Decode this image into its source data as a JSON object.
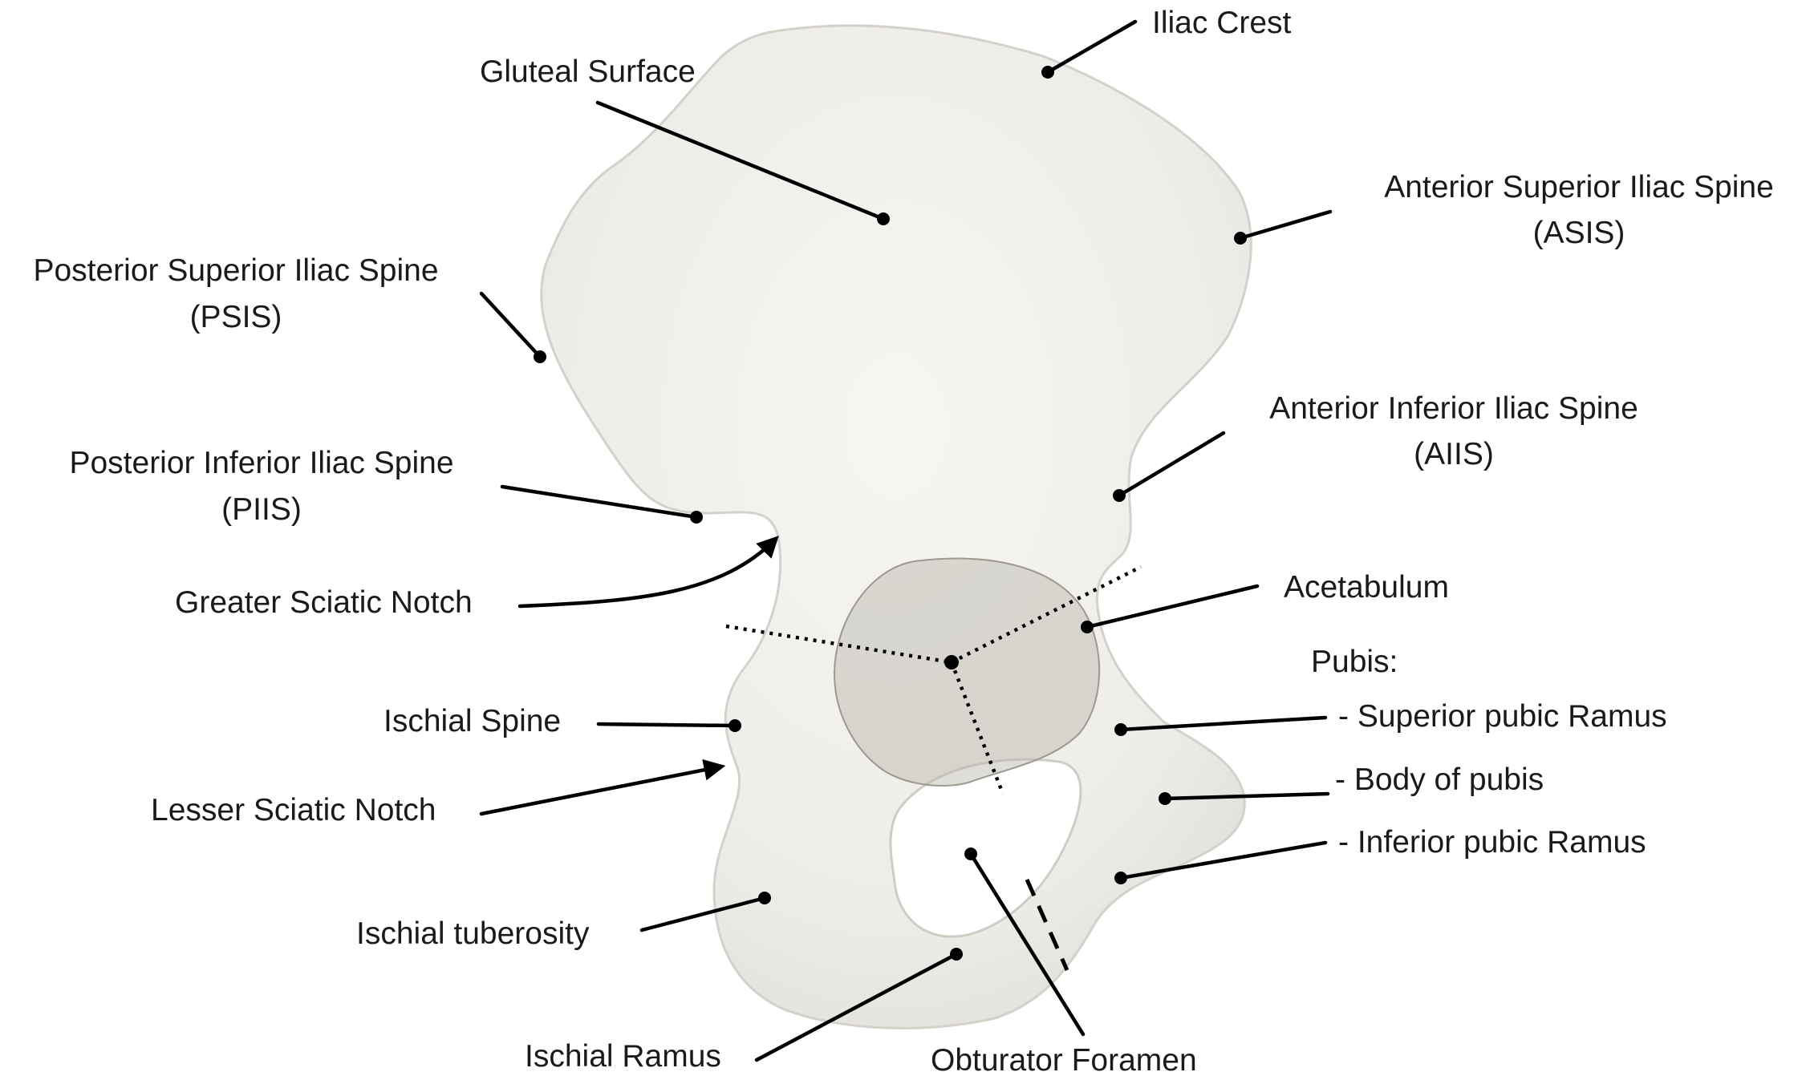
{
  "figure": {
    "colors": {
      "background": "#ffffff",
      "bone": "#f1f0ed",
      "bone_shadow": "#d9d7d2",
      "acetabulum": "#b8b4ab",
      "leader": "#000000",
      "text": "#1a1a1a"
    }
  },
  "labels": {
    "iliac_crest": "Iliac Crest",
    "gluteal_surface": "Gluteal Surface",
    "asis_line1": "Anterior Superior Iliac Spine",
    "asis_line2": "(ASIS)",
    "psis_line1": "Posterior Superior Iliac Spine",
    "psis_line2": "(PSIS)",
    "aiis_line1": "Anterior Inferior Iliac Spine",
    "aiis_line2": "(AIIS)",
    "piis_line1": "Posterior Inferior Iliac Spine",
    "piis_line2": "(PIIS)",
    "greater_sciatic_notch": "Greater Sciatic Notch",
    "acetabulum": "Acetabulum",
    "pubis_header": "Pubis:",
    "superior_pubic_ramus": "- Superior pubic Ramus",
    "body_of_pubis": "- Body of pubis",
    "inferior_pubic_ramus": "- Inferior pubic Ramus",
    "ischial_spine": "Ischial Spine",
    "lesser_sciatic_notch": "Lesser Sciatic Notch",
    "ischial_tuberosity": "Ischial tuberosity",
    "ischial_ramus": "Ischial Ramus",
    "obturator_foramen": "Obturator Foramen"
  }
}
